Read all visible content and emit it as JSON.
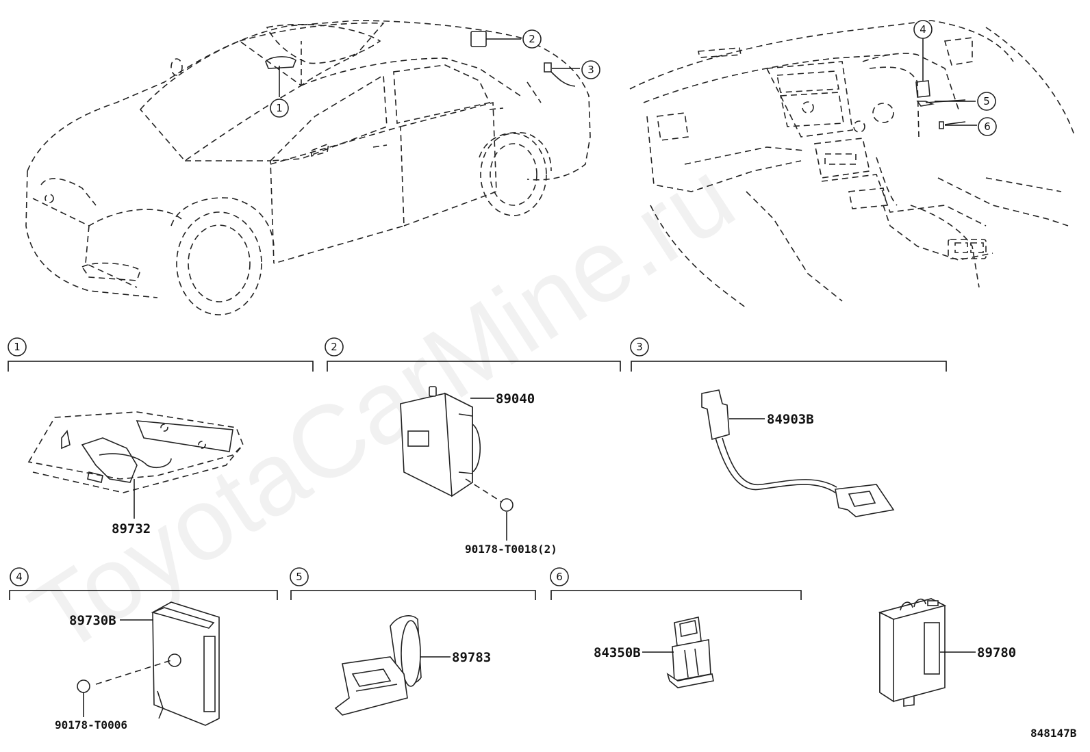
{
  "watermark": "ToyotaCarMine.ru",
  "drawing_id": "848147B",
  "callouts": [
    "1",
    "2",
    "3",
    "4",
    "5",
    "6"
  ],
  "sections": [
    {
      "num": "1",
      "parts": [
        "89732"
      ]
    },
    {
      "num": "2",
      "parts": [
        "89040",
        "90178-T0018(2)"
      ]
    },
    {
      "num": "3",
      "parts": [
        "84903B"
      ]
    },
    {
      "num": "4",
      "parts": [
        "89730B",
        "90178-T0006"
      ]
    },
    {
      "num": "5",
      "parts": [
        "89783"
      ]
    },
    {
      "num": "6",
      "parts": [
        "84350B"
      ]
    }
  ],
  "standalone_parts": [
    "89780"
  ]
}
